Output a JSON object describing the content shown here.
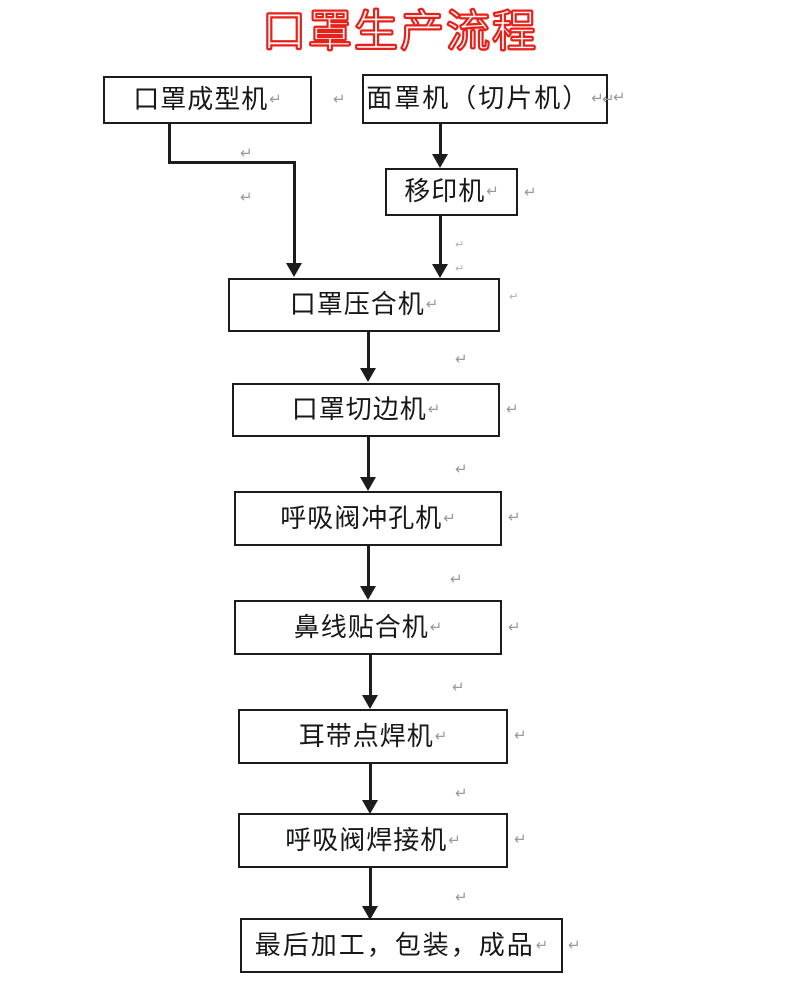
{
  "title": {
    "text": "口罩生产流程",
    "color": "#e8201a"
  },
  "glyphs": {
    "pilcrow": "↵"
  },
  "colors": {
    "box_border": "#1c1c1c",
    "connector": "#1c1c1c",
    "pilcrow": "#9a9a9a",
    "text": "#17181a",
    "background": "#ffffff"
  },
  "flow": {
    "nodes": [
      {
        "id": "mask-forming-machine",
        "label": "口罩成型机",
        "trailing_mark": "↵"
      },
      {
        "id": "face-mask-slicer",
        "label": "面罩机（切片机）",
        "trailing_mark": "↵"
      },
      {
        "id": "pad-printing-machine",
        "label": "移印机",
        "trailing_mark": "↵"
      },
      {
        "id": "mask-pressing-machine",
        "label": "口罩压合机",
        "trailing_mark": "↵"
      },
      {
        "id": "mask-edge-cutting-machine",
        "label": "口罩切边机",
        "trailing_mark": "↵"
      },
      {
        "id": "valve-punching-machine",
        "label": "呼吸阀冲孔机",
        "trailing_mark": "↵"
      },
      {
        "id": "nose-wire-bonding-machine",
        "label": "鼻线贴合机",
        "trailing_mark": "↵"
      },
      {
        "id": "earloop-welding-machine",
        "label": "耳带点焊机",
        "trailing_mark": "↵"
      },
      {
        "id": "valve-welding-machine",
        "label": "呼吸阀焊接机",
        "trailing_mark": "↵"
      },
      {
        "id": "final-processing",
        "label": "最后加工，包装，成品",
        "trailing_mark": "↵"
      }
    ],
    "edges": [
      {
        "from": "mask-forming-machine",
        "to": "mask-pressing-machine",
        "style": "elbow"
      },
      {
        "from": "face-mask-slicer",
        "to": "pad-printing-machine",
        "style": "straight"
      },
      {
        "from": "pad-printing-machine",
        "to": "mask-pressing-machine",
        "style": "straight"
      },
      {
        "from": "mask-pressing-machine",
        "to": "mask-edge-cutting-machine",
        "style": "straight"
      },
      {
        "from": "mask-edge-cutting-machine",
        "to": "valve-punching-machine",
        "style": "straight"
      },
      {
        "from": "valve-punching-machine",
        "to": "nose-wire-bonding-machine",
        "style": "straight"
      },
      {
        "from": "nose-wire-bonding-machine",
        "to": "earloop-welding-machine",
        "style": "straight"
      },
      {
        "from": "earloop-welding-machine",
        "to": "valve-welding-machine",
        "style": "straight"
      },
      {
        "from": "valve-welding-machine",
        "to": "final-processing",
        "style": "straight"
      }
    ]
  },
  "stray_marks": [
    {
      "id": "mark-top-gap",
      "text": "↵"
    },
    {
      "id": "mark-slicer-right-a",
      "text": "↵"
    },
    {
      "id": "mark-slicer-right-b",
      "text": "↵"
    },
    {
      "id": "mark-elbow-upper",
      "text": "↵"
    },
    {
      "id": "mark-elbow-lower",
      "text": "↵"
    },
    {
      "id": "mark-pad-right",
      "text": "↵"
    },
    {
      "id": "mark-pad-below-a",
      "text": "↵"
    },
    {
      "id": "mark-pad-below-b",
      "text": "↵"
    },
    {
      "id": "mark-press-right",
      "text": "↵"
    },
    {
      "id": "mark-gap-1",
      "text": "↵"
    },
    {
      "id": "mark-cut-right",
      "text": "↵"
    },
    {
      "id": "mark-gap-2",
      "text": "↵"
    },
    {
      "id": "mark-punch-right",
      "text": "↵"
    },
    {
      "id": "mark-gap-3",
      "text": "↵"
    },
    {
      "id": "mark-nose-right",
      "text": "↵"
    },
    {
      "id": "mark-gap-4",
      "text": "↵"
    },
    {
      "id": "mark-ear-right",
      "text": "↵"
    },
    {
      "id": "mark-gap-5",
      "text": "↵"
    },
    {
      "id": "mark-valveweld-right",
      "text": "↵"
    },
    {
      "id": "mark-gap-6",
      "text": "↵"
    },
    {
      "id": "mark-final-right",
      "text": "↵"
    }
  ]
}
